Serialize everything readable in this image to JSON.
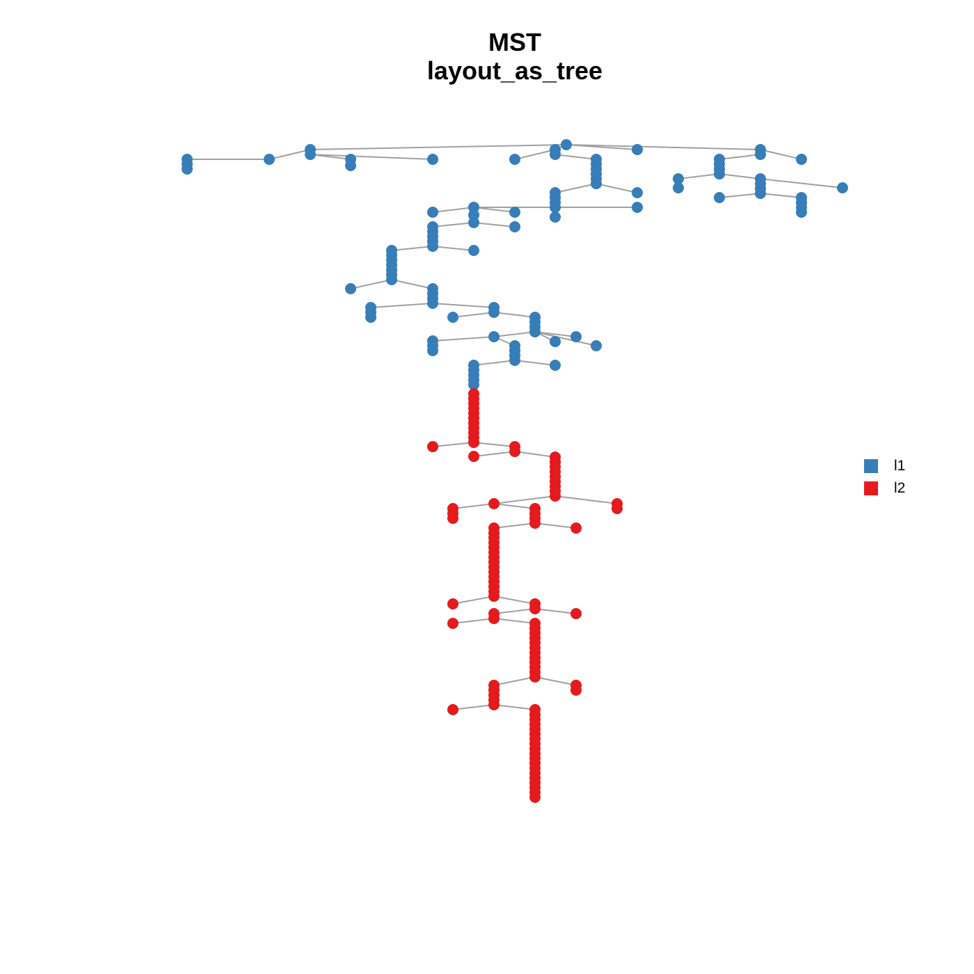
{
  "title": {
    "line1": "MST",
    "line2": "layout_as_tree"
  },
  "colors": {
    "l1": "#377eb8",
    "l2": "#e41a1c",
    "edge": "#a0a0a0"
  },
  "legend": {
    "items": [
      {
        "label": "l1",
        "color": "#377eb8"
      },
      {
        "label": "l2",
        "color": "#e41a1c"
      }
    ]
  }
}
